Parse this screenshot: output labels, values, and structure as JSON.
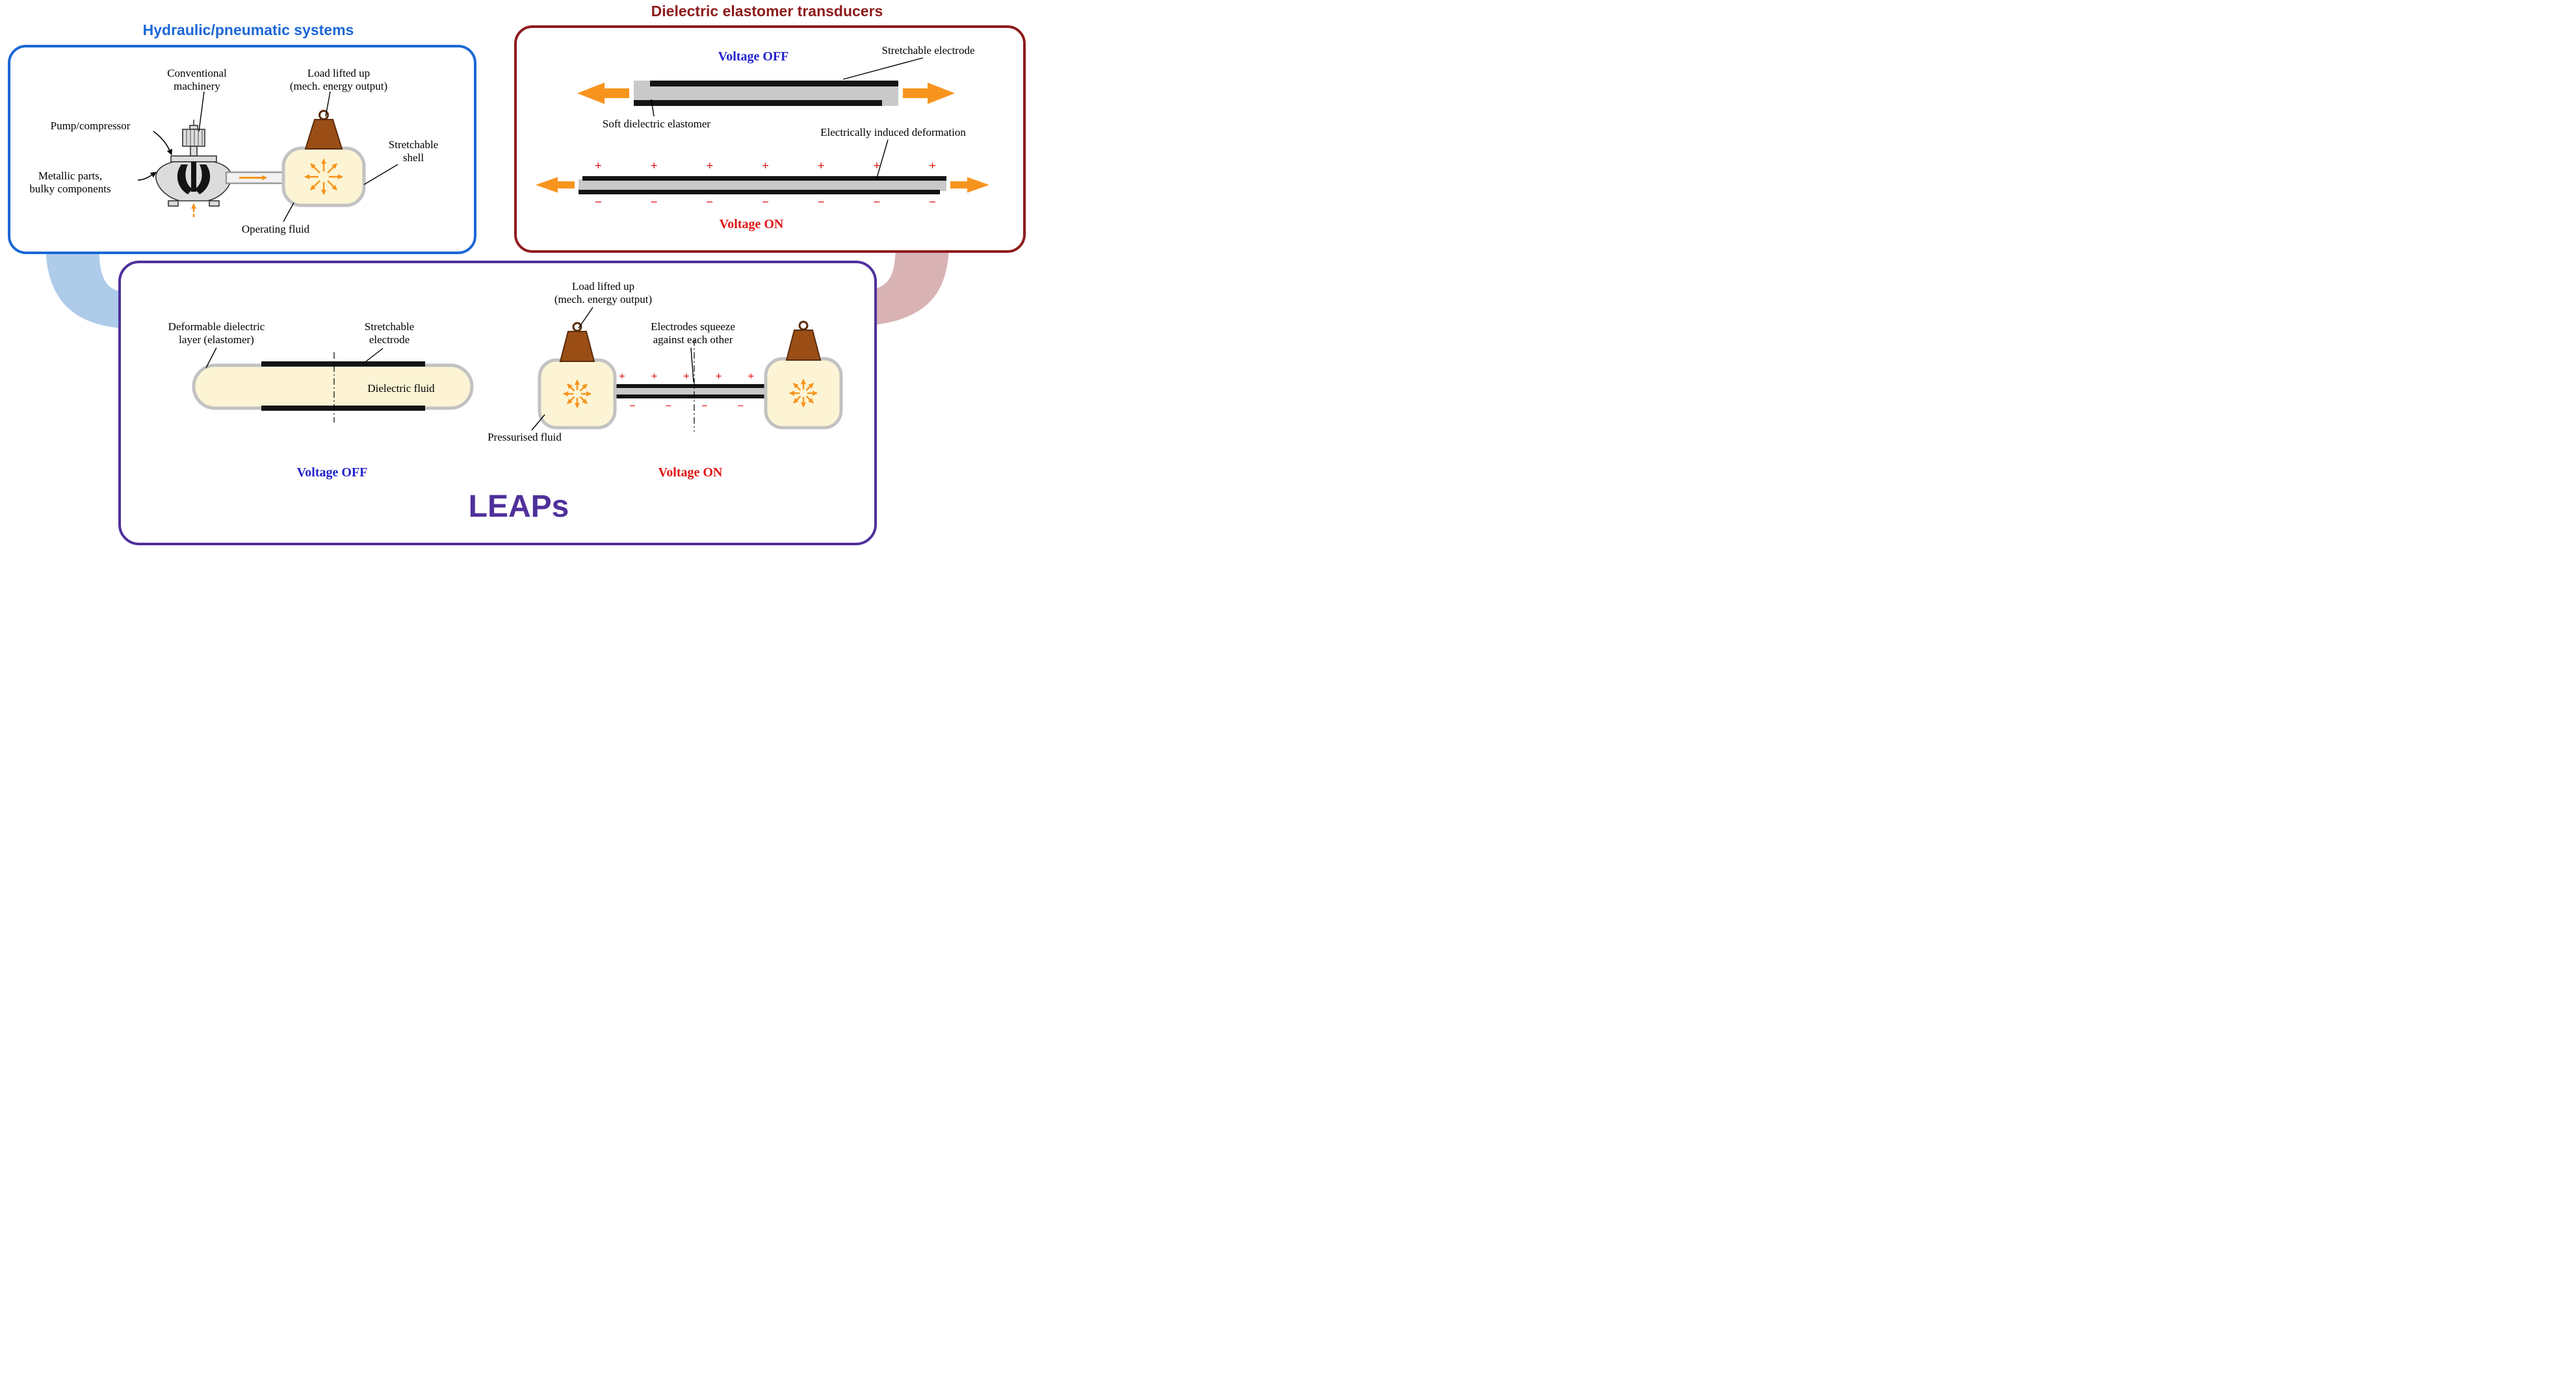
{
  "colors": {
    "blue": "#1b67d6",
    "darkred": "#8e1b1b",
    "purple": "#50309b",
    "voltage_off_blue": "#2222cc",
    "voltage_on_red": "#e01414",
    "orange": "#f7941d",
    "cream": "#fcf4d4",
    "gray_shell": "#c2c2c2",
    "slab_gray": "#c9c9c9",
    "brown": "#9a4e16",
    "brown_dark": "#5a2c0a",
    "swoosh_blue": "#aecbea",
    "swoosh_pink": "#d9b3b4",
    "ink": "#000000"
  },
  "symbols": {
    "plus": "+",
    "minus": "−"
  },
  "hydraulic": {
    "title": "Hydraulic/pneumatic systems",
    "labels": {
      "conventional_machinery": [
        "Conventional",
        "machinery"
      ],
      "load_lifted": [
        "Load lifted up",
        "(mech. energy output)"
      ],
      "pump_compressor": "Pump/compressor",
      "metallic_parts": [
        "Metallic parts,",
        "bulky components"
      ],
      "stretchable_shell": [
        "Stretchable",
        "shell"
      ],
      "operating_fluid": "Operating fluid"
    }
  },
  "det": {
    "title": "Dielectric elastomer transducers",
    "voltage_off": "Voltage OFF",
    "voltage_on": "Voltage ON",
    "labels": {
      "stretchable_electrode": "Stretchable electrode",
      "soft_dielectric": "Soft dielectric elastomer",
      "induced_deformation": "Electrically induced deformation"
    }
  },
  "leaps": {
    "title": "LEAPs",
    "voltage_off": "Voltage OFF",
    "voltage_on": "Voltage ON",
    "labels": {
      "deformable_layer": [
        "Deformable dielectric",
        "layer (elastomer)"
      ],
      "stretchable_electrode": [
        "Stretchable",
        "electrode"
      ],
      "dielectric_fluid": "Dielectric fluid",
      "load_lifted": [
        "Load lifted up",
        "(mech. energy output)"
      ],
      "electrodes_squeeze": [
        "Electrodes squeeze",
        "against each other"
      ],
      "pressurised_fluid": "Pressurised fluid"
    }
  }
}
